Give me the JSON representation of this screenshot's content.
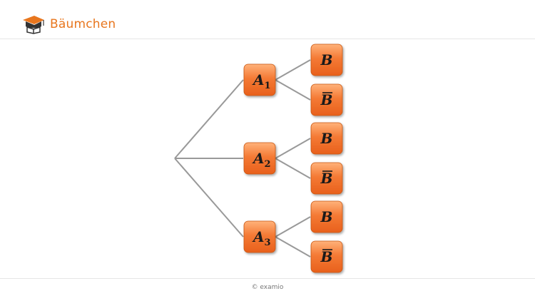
{
  "header": {
    "title": "Bäumchen",
    "logo": "graduation-cap-book-logo"
  },
  "tree": {
    "root_children": [
      {
        "label": "A",
        "sub": "1",
        "children": [
          {
            "label": "B",
            "bar": false
          },
          {
            "label": "B",
            "bar": true
          }
        ]
      },
      {
        "label": "A",
        "sub": "2",
        "children": [
          {
            "label": "B",
            "bar": false
          },
          {
            "label": "B",
            "bar": true
          }
        ]
      },
      {
        "label": "A",
        "sub": "3",
        "children": [
          {
            "label": "B",
            "bar": false
          },
          {
            "label": "B",
            "bar": true
          }
        ]
      }
    ]
  },
  "colors": {
    "node_fill_top": "#ffb27a",
    "node_fill_bottom": "#e8601c",
    "edge": "#999999",
    "accent": "#e8761e"
  },
  "footer": {
    "copyright": "© examio"
  }
}
